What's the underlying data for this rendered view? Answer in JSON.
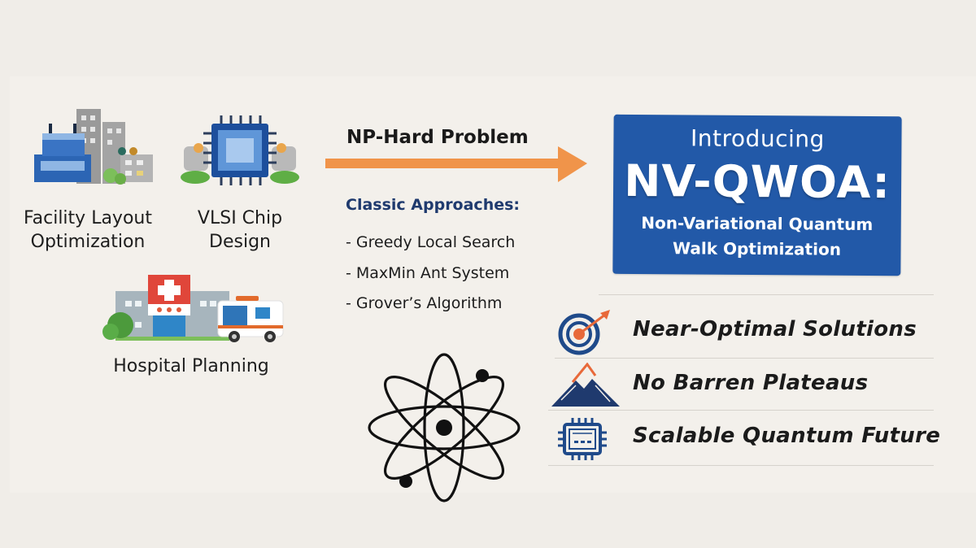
{
  "applications": [
    {
      "label_line1": "Facility Layout",
      "label_line2": "Optimization",
      "icon": "factory-buildings-icon"
    },
    {
      "label_line1": "VLSI Chip",
      "label_line2": "Design",
      "icon": "microchip-icon"
    },
    {
      "label_line1": "Hospital Planning",
      "label_line2": "",
      "icon": "hospital-ambulance-icon"
    }
  ],
  "problem": {
    "title": "NP-Hard Problem",
    "arrow_icon": "right-arrow-icon"
  },
  "classic": {
    "title": "Classic Approaches:",
    "items": [
      "- Greedy Local Search",
      "- MaxMin Ant System",
      "- Grover’s Algorithm"
    ]
  },
  "atom_icon": "atom-icon",
  "intro_box": {
    "pre": "Introducing",
    "name": "NV-QWOA:",
    "subtitle_line1": "Non-Variational Quantum",
    "subtitle_line2": "Walk Optimization"
  },
  "features": [
    {
      "label": "Near-Optimal Solutions",
      "icon": "target-icon"
    },
    {
      "label": "No Barren Plateaus",
      "icon": "mountain-icon"
    },
    {
      "label": "Scalable Quantum Future",
      "icon": "quantum-chip-icon"
    }
  ],
  "colors": {
    "background": "#f0ede8",
    "brand_blue": "#2259a8",
    "navy": "#1f3a6e",
    "accent_orange": "#f0944a"
  }
}
